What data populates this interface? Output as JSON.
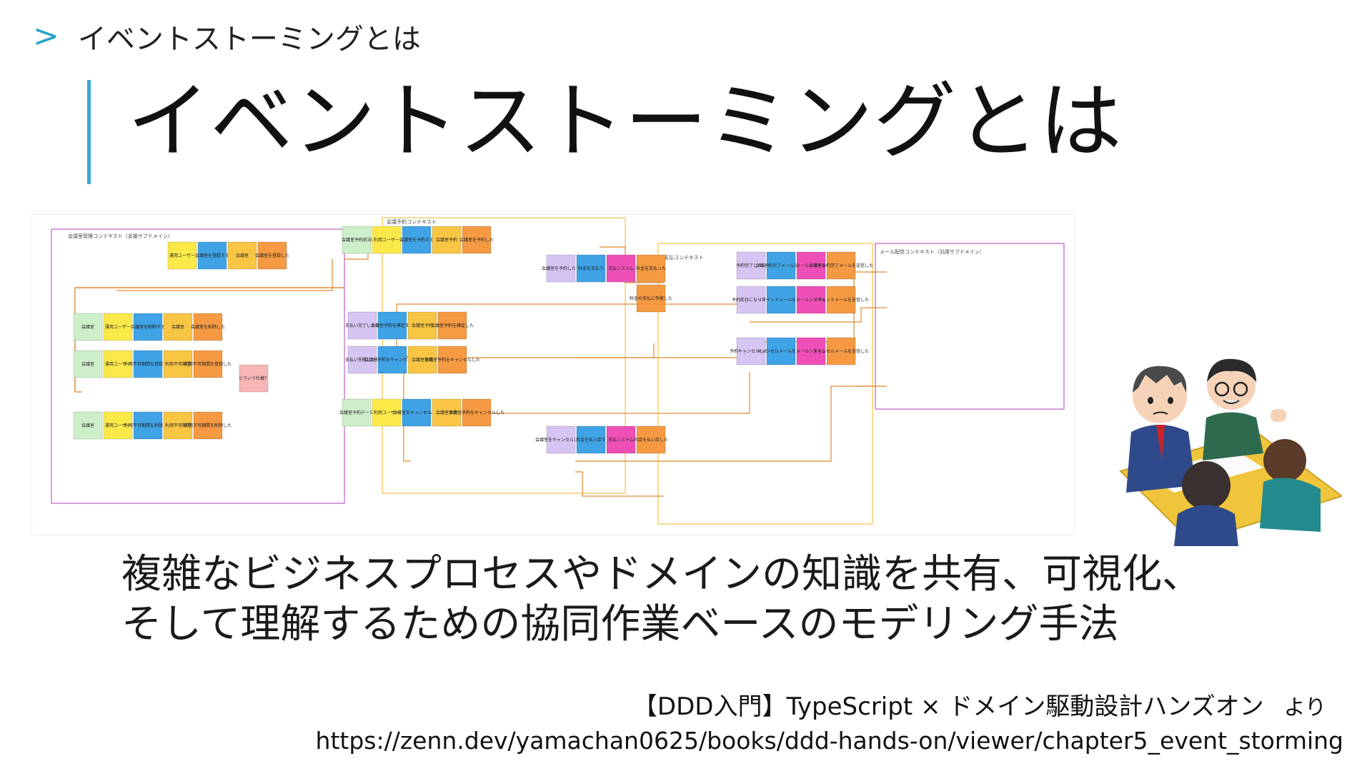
{
  "header": {
    "breadcrumb": "イベントストーミングとは",
    "title": "イベントストーミングとは"
  },
  "description": {
    "line1": "複雑なビジネスプロセスやドメインの知識を共有、可視化、",
    "line2": "そして理解するための協同作業ベースのモデリング手法"
  },
  "source": {
    "book": "【DDD入門】TypeScript × ドメイン駆動設計ハンズオン",
    "suffix": "より",
    "url": "https://zenn.dev/yamachan0625/books/ddd-hands-on/viewer/chapter5_event_storming"
  },
  "colors": {
    "accent": "#3fa7cf",
    "note_yellow": "#fbe94a",
    "note_blue": "#3fa3e6",
    "note_orange": "#f59a42",
    "note_gold": "#f9c544",
    "note_green": "#cdeec9",
    "note_purple": "#d6c4f2",
    "note_pink": "#ee4fb7",
    "note_pinklight": "#f7b6b6"
  },
  "diagram": {
    "contexts": [
      {
        "label": "会議室管理コンテキスト（支援サブドメイン）"
      },
      {
        "label": "会議予約コンテキスト"
      },
      {
        "label": "支払コンテキスト"
      },
      {
        "label": "メール配信コンテキスト（汎用サブドメイン）"
      }
    ],
    "notes": [
      "運用ユーザー",
      "会議室を登録する",
      "会議室",
      "会議室を登録した",
      "会議室",
      "運用ユーザー",
      "会議室を削除する",
      "会議室",
      "会議室を削除した",
      "会議室",
      "運用ユーザー",
      "利用不可期間を登録する",
      "利用不可期間",
      "利用不可期間を登録した",
      "会議室",
      "運用ユーザー",
      "利用不可期間を削除する",
      "利用不可期間",
      "利用不可期間を削除した",
      "どういう仕様？",
      "会議室予約状況",
      "利用ユーザー",
      "会議室を予約する",
      "会議室予約",
      "会議室を予約した",
      "支払い完了したら",
      "会議室予約を確定する",
      "会議室予約",
      "会議室予約を確定した",
      "支払い失敗したら",
      "会議室予約をキャンセルする",
      "会議室予約",
      "会議室予約をキャンセルした",
      "会議室予約データ",
      "利用ユーザー",
      "会議室をキャンセルする",
      "会議室予約",
      "会議室予約をキャンセルした",
      "会議室を予約したら",
      "料金を支払う",
      "支払システム",
      "料金を支払った",
      "料金の支払に失敗した",
      "会議室をキャンセルしたら",
      "料金を払い戻す",
      "支払システム",
      "料金を払い戻した",
      "予約完了したら",
      "会議予約完了メールを送る",
      "メールシステム",
      "会議室予約完了メールを送信した",
      "予約前日になったら",
      "リマインドメールを送る",
      "メールシステム",
      "リマインドメールを送信した",
      "予約キャンセルしたら",
      "キャンセルメールを送る",
      "メールシステム",
      "キャンセルメールを送信した"
    ]
  }
}
